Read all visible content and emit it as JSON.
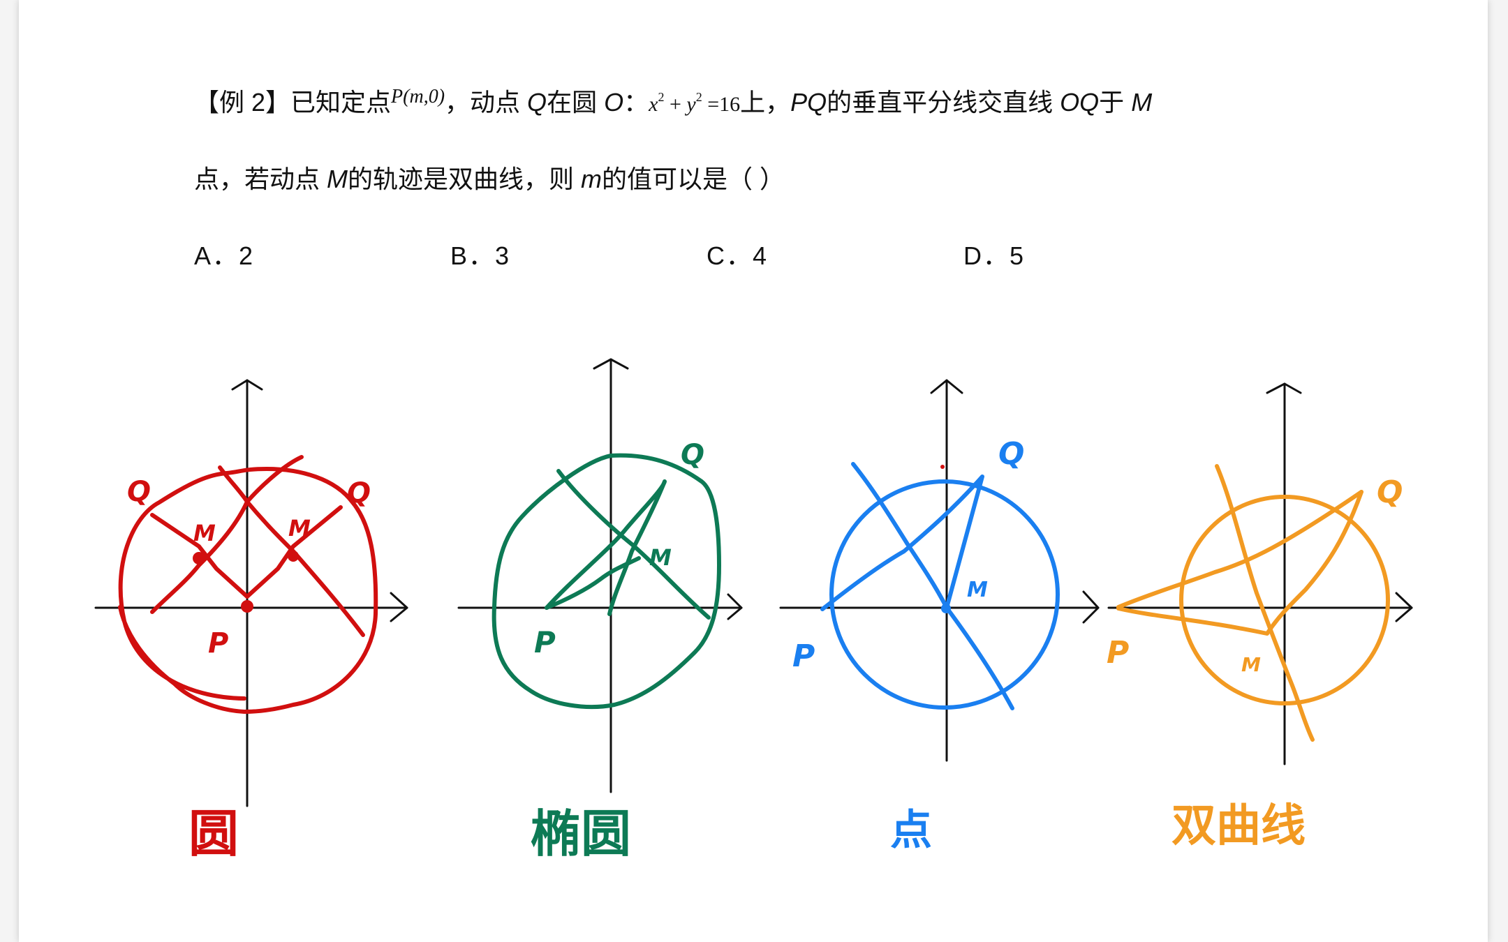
{
  "question": {
    "tag": "【例 2】",
    "line1": {
      "t1": "已知定点",
      "point_P": "P(m,0)",
      "t2": "，动点 ",
      "Q": "Q",
      "t3": "在圆 ",
      "O": "O",
      "t4": "：",
      "eq_x": "x",
      "eq_sup1": "2",
      "eq_plus": " + ",
      "eq_y": "y",
      "eq_sup2": "2",
      "eq_rhs": " =16",
      "t5": "上，",
      "PQ": "PQ",
      "t6": "的垂直平分线交直线  ",
      "OQ": "OQ",
      "t7": "于 ",
      "M": "M"
    },
    "line2": {
      "t1": "点，若动点 ",
      "M": "M",
      "t2": "的轨迹是双曲线，则 ",
      "m": "m",
      "t3": "的值可以是（      ）"
    },
    "options": [
      {
        "label": "A．2"
      },
      {
        "label": "B．3"
      },
      {
        "label": "C．4"
      },
      {
        "label": "D．5"
      }
    ]
  },
  "diagrams": [
    {
      "caption": "圆",
      "color": "#d10f0f",
      "labels": {
        "Q1": "Q",
        "Q2": "Q",
        "M1": "M",
        "M2": "M",
        "P": "P"
      }
    },
    {
      "caption": "椭圆",
      "color": "#0d7a55",
      "labels": {
        "Q": "Q",
        "M": "M",
        "P": "P"
      }
    },
    {
      "caption": "点",
      "color": "#1a7ff0",
      "labels": {
        "Q": "Q",
        "M": "M",
        "P": "P"
      }
    },
    {
      "caption": "双曲线",
      "color": "#f29a22",
      "labels": {
        "Q": "Q",
        "M": "M",
        "P": "P"
      }
    }
  ]
}
